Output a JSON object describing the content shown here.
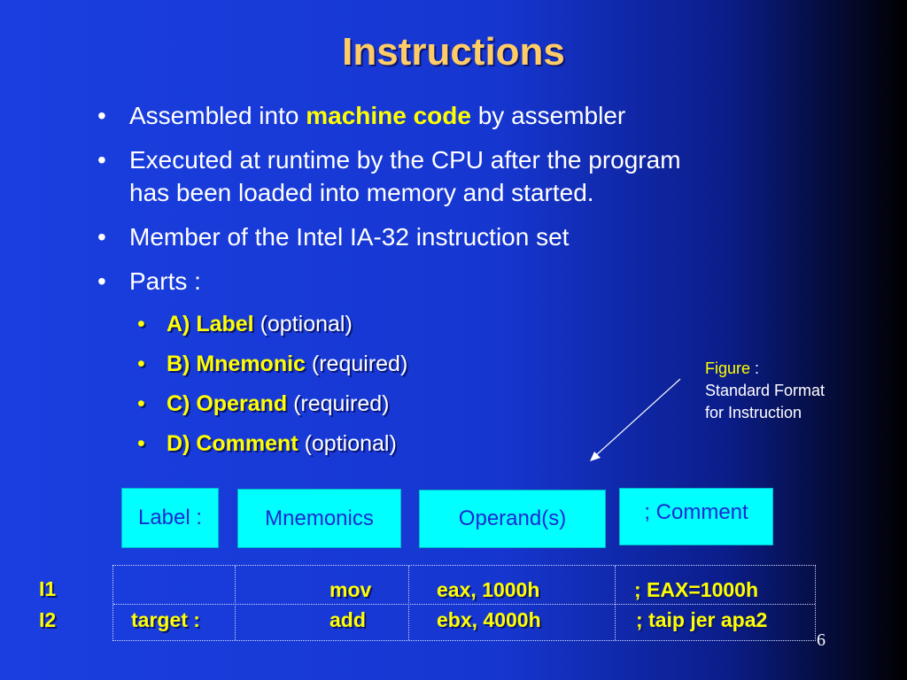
{
  "slide": {
    "title": "Instructions",
    "page_number": "6"
  },
  "bullets": [
    {
      "before": "Assembled into ",
      "highlight": "machine code",
      "after": " by assembler"
    },
    {
      "line1": "Executed at runtime by the CPU after the program",
      "line2": "has been loaded into memory and started."
    },
    {
      "text": "Member of the Intel IA-32 instruction set"
    },
    {
      "text": "Parts :"
    }
  ],
  "parts": [
    {
      "name": "A) Label",
      "note": "(optional)"
    },
    {
      "name": "B) Mnemonic",
      "note": "(required)"
    },
    {
      "name": "C) Operand",
      "note": "(required)"
    },
    {
      "name": "D) Comment",
      "note": "(optional)"
    }
  ],
  "figure": {
    "label": "Figure",
    "sep": " :",
    "line2": "Standard Format",
    "line3": "for Instruction"
  },
  "format_boxes": [
    "Label :",
    "Mnemonics",
    "Operand(s)",
    "; Comment"
  ],
  "examples": {
    "rows": [
      {
        "id": "I1",
        "label": "",
        "mnemonic": "mov",
        "operand": "eax, 1000h",
        "comment": "; EAX=1000h"
      },
      {
        "id": "I2",
        "label": "target :",
        "mnemonic": "add",
        "operand": "ebx, 4000h",
        "comment": "; taip jer apa2"
      }
    ]
  },
  "colors": {
    "background_left": "#1a3fe0",
    "background_right": "#000000",
    "title": "#ffcc66",
    "highlight": "#ffff00",
    "box_fill": "#00ffff",
    "box_text": "#1a2bd0"
  }
}
